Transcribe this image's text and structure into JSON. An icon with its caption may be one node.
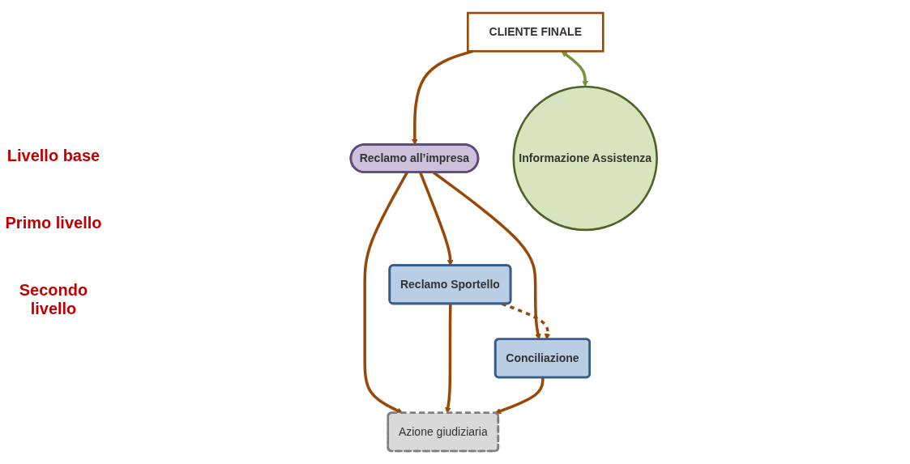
{
  "diagram": {
    "nodes": [
      {
        "text": [
          "CLIENTE FINALE"
        ]
      },
      {
        "text": [
          "Reclamo all’impresa"
        ]
      },
      {
        "text": [
          "Reclamo Sportello"
        ]
      },
      {
        "text": [
          "Conciliazione"
        ]
      },
      {
        "text": [
          "Azione giudiziaria"
        ]
      },
      {
        "text": [
          "Informazione Assistenza"
        ]
      }
    ],
    "edges": [
      {
        "from": 0,
        "to": 1,
        "arrow": "to"
      },
      {
        "from": 1,
        "to": 2,
        "arrow": "to"
      },
      {
        "from": 1,
        "to": 3,
        "arrow": "to"
      },
      {
        "from": 1,
        "to": 4,
        "arrow": "to"
      },
      {
        "from": 2,
        "to": 3,
        "arrow": "to",
        "style": "dashed"
      },
      {
        "from": 2,
        "to": 4,
        "arrow": "to"
      },
      {
        "from": 3,
        "to": 4,
        "arrow": "to"
      },
      {
        "from": 0,
        "to": 5,
        "arrow": "both",
        "color": "#77933c"
      }
    ],
    "labels": [
      "Livello base",
      "Primo livello",
      "Secondo livello"
    ]
  }
}
